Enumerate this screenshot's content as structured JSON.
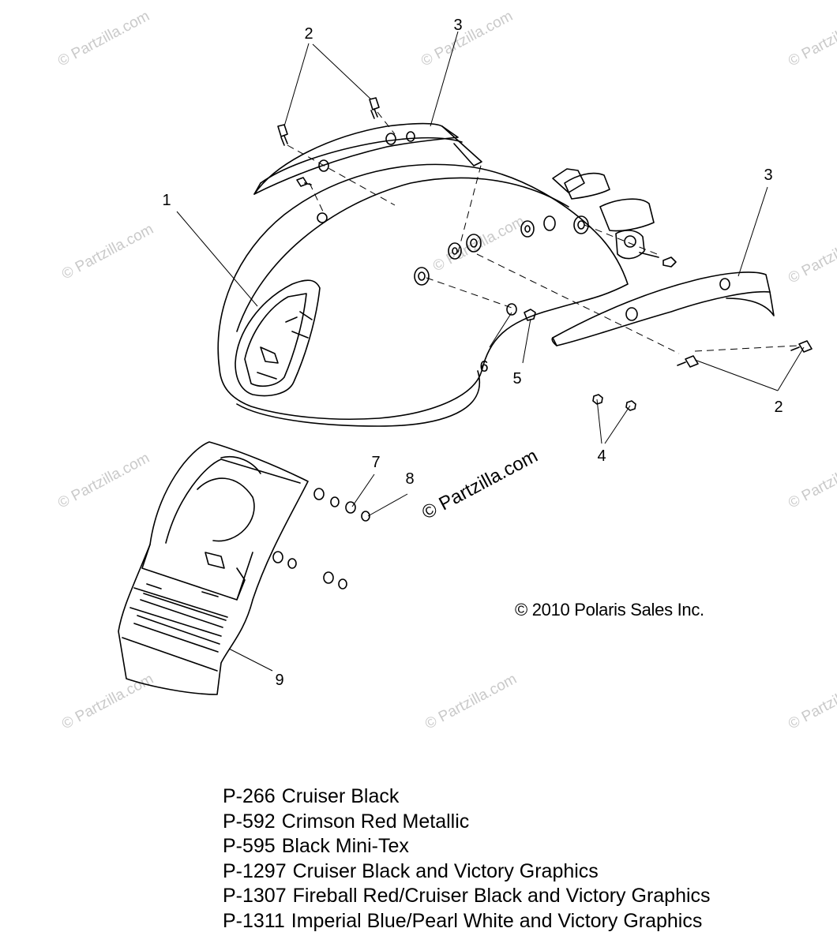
{
  "watermarks": {
    "text": "© Partzilla.com",
    "main": "© Partzilla.com"
  },
  "callouts": {
    "c1": "1",
    "c2a": "2",
    "c2b": "2",
    "c3a": "3",
    "c3b": "3",
    "c4": "4",
    "c5": "5",
    "c6": "6",
    "c7": "7",
    "c8": "8",
    "c9": "9"
  },
  "copyright": "© 2010 Polaris Sales Inc.",
  "legend": [
    {
      "code": "P-266",
      "desc": "Cruiser Black"
    },
    {
      "code": "P-592",
      "desc": "Crimson Red Metallic"
    },
    {
      "code": "P-595",
      "desc": "Black Mini-Tex"
    },
    {
      "code": "P-1297",
      "desc": "Cruiser Black and Victory Graphics"
    },
    {
      "code": "P-1307",
      "desc": "Fireball Red/Cruiser Black and Victory Graphics"
    },
    {
      "code": "P-1311",
      "desc": "Imperial Blue/Pearl White and Victory Graphics"
    }
  ]
}
